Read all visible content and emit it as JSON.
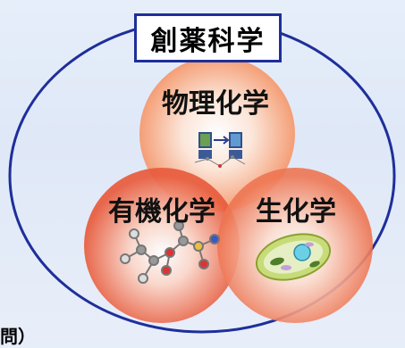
{
  "title": "創薬科学",
  "circles": {
    "physical": {
      "label": "物理化学"
    },
    "organic": {
      "label": "有機化学"
    },
    "biological": {
      "label": "生化学"
    }
  },
  "cut_text": "問）",
  "colors": {
    "outline": "#1e2f9a",
    "circle_top": "#f7a77d",
    "circle_left": "#ec6b4b",
    "circle_right": "#f2825c"
  }
}
